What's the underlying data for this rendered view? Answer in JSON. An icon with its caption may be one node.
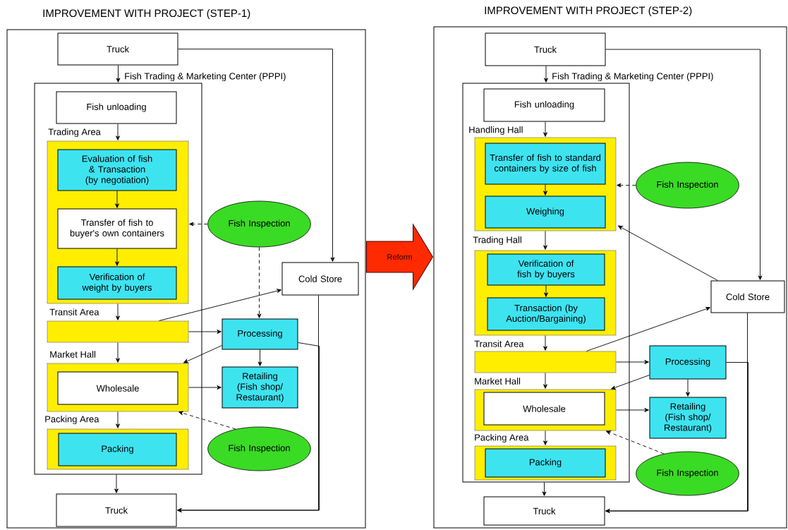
{
  "diagram": {
    "nodes": [
      {
        "text": [
          "IMPROVEMENT WITH PROJECT (STEP-1)"
        ]
      },
      {
        "text": [
          "Truck"
        ],
        "in": 0
      },
      {
        "text": [
          "Fish Trading & Marketing Center (PPPI)"
        ],
        "in": 0
      },
      {
        "text": [
          "Fish unloading"
        ],
        "in": 2
      },
      {
        "text": [
          "Trading Area"
        ],
        "in": 2
      },
      {
        "text": [
          "Evaluation of fish & Transaction (by negotiation)"
        ],
        "in": 4
      },
      {
        "text": [
          "Transfer of fish to buyer's own containers"
        ],
        "in": 4
      },
      {
        "text": [
          "Verification of weight by buyers"
        ],
        "in": 4
      },
      {
        "text": [
          "Transit Area"
        ],
        "in": 2
      },
      {
        "text": [
          "Market Hall"
        ],
        "in": 2
      },
      {
        "text": [
          "Wholesale"
        ],
        "in": 9
      },
      {
        "text": [
          "Packing Area"
        ],
        "in": 2
      },
      {
        "text": [
          "Packing"
        ],
        "in": 11
      },
      {
        "text": [
          "Truck"
        ],
        "in": 0
      },
      {
        "text": [
          "Fish Inspection"
        ],
        "in": 0
      },
      {
        "text": [
          "Cold Store"
        ],
        "in": 0
      },
      {
        "text": [
          "Processing"
        ],
        "in": 0
      },
      {
        "text": [
          "Retailing (Fish shop/ Restaurant)"
        ],
        "in": 0
      },
      {
        "text": [
          "Fish Inspection"
        ],
        "in": 0
      },
      {
        "text": [
          "IMPROVEMENT WITH PROJECT (STEP-2)"
        ]
      },
      {
        "text": [
          "Truck"
        ],
        "in": 19
      },
      {
        "text": [
          "Fish Trading & Marketing Center (PPPI)"
        ],
        "in": 19
      },
      {
        "text": [
          "Fish unloading"
        ],
        "in": 21
      },
      {
        "text": [
          "Handling Hall"
        ],
        "in": 21
      },
      {
        "text": [
          "Transfer of fish to standard containers by size of fish"
        ],
        "in": 23
      },
      {
        "text": [
          "Weighing"
        ],
        "in": 23
      },
      {
        "text": [
          "Trading Hall"
        ],
        "in": 21
      },
      {
        "text": [
          "Verification of fish by buyers"
        ],
        "in": 26
      },
      {
        "text": [
          "Transaction (by Auction/Bargaining)"
        ],
        "in": 26
      },
      {
        "text": [
          "Transit Area"
        ],
        "in": 21
      },
      {
        "text": [
          "Market Hall"
        ],
        "in": 21
      },
      {
        "text": [
          "Wholesale"
        ],
        "in": 30
      },
      {
        "text": [
          "Packing Area"
        ],
        "in": 21
      },
      {
        "text": [
          "Packing"
        ],
        "in": 32
      },
      {
        "text": [
          "Truck"
        ],
        "in": 19
      },
      {
        "text": [
          "Fish Inspection"
        ],
        "in": 19
      },
      {
        "text": [
          "Cold Store"
        ],
        "in": 19
      },
      {
        "text": [
          "Processing"
        ],
        "in": 19
      },
      {
        "text": [
          "Retailing (Fish shop/ Restaurant)"
        ],
        "in": 19
      },
      {
        "text": [
          "Fish Inspection"
        ],
        "in": 19
      }
    ],
    "edges": [
      {
        "from": 1,
        "to": 2,
        "arrow": "to"
      },
      {
        "from": 1,
        "to": 15,
        "arrow": "to"
      },
      {
        "from": 3,
        "to": 4,
        "arrow": "to"
      },
      {
        "from": 5,
        "to": 6,
        "arrow": "to"
      },
      {
        "from": 6,
        "to": 7,
        "arrow": "to"
      },
      {
        "from": 4,
        "to": 8,
        "arrow": "to"
      },
      {
        "from": 8,
        "to": 9,
        "arrow": "to"
      },
      {
        "from": 9,
        "to": 11,
        "arrow": "to"
      },
      {
        "from": 2,
        "to": 13,
        "arrow": "to"
      },
      {
        "from": 14,
        "to": 4,
        "arrow": "to",
        "style": "dashed"
      },
      {
        "from": 14,
        "to": 16,
        "arrow": "to",
        "style": "dashed"
      },
      {
        "from": 8,
        "to": 15,
        "arrow": "to"
      },
      {
        "from": 8,
        "to": 16,
        "arrow": "to"
      },
      {
        "from": 16,
        "to": 9,
        "arrow": "to"
      },
      {
        "from": 16,
        "to": 17,
        "arrow": "to"
      },
      {
        "from": 9,
        "to": 17,
        "arrow": "to"
      },
      {
        "from": 18,
        "to": 9,
        "arrow": "to",
        "style": "dashed"
      },
      {
        "from": 15,
        "to": 13,
        "arrow": "to"
      },
      {
        "from": 16,
        "to": 13,
        "arrow": "to"
      },
      {
        "from": 20,
        "to": 21,
        "arrow": "to"
      },
      {
        "from": 20,
        "to": 36,
        "arrow": "to"
      },
      {
        "from": 22,
        "to": 23,
        "arrow": "to"
      },
      {
        "from": 24,
        "to": 25,
        "arrow": "to"
      },
      {
        "from": 23,
        "to": 26,
        "arrow": "to"
      },
      {
        "from": 27,
        "to": 28,
        "arrow": "to"
      },
      {
        "from": 26,
        "to": 29,
        "arrow": "to"
      },
      {
        "from": 29,
        "to": 30,
        "arrow": "to"
      },
      {
        "from": 30,
        "to": 32,
        "arrow": "to"
      },
      {
        "from": 21,
        "to": 34,
        "arrow": "to"
      },
      {
        "from": 35,
        "to": 23,
        "arrow": "to",
        "style": "dashed"
      },
      {
        "from": 36,
        "to": 23,
        "arrow": "to"
      },
      {
        "from": 29,
        "to": 36,
        "arrow": "to"
      },
      {
        "from": 29,
        "to": 37,
        "arrow": "to"
      },
      {
        "from": 37,
        "to": 30,
        "arrow": "to"
      },
      {
        "from": 37,
        "to": 38,
        "arrow": "to"
      },
      {
        "from": 30,
        "to": 38,
        "arrow": "to"
      },
      {
        "from": 39,
        "to": 30,
        "arrow": "to",
        "style": "dashed"
      },
      {
        "from": 36,
        "to": 34,
        "arrow": "to"
      },
      {
        "from": 37,
        "to": 34,
        "arrow": "to"
      },
      {
        "from": 0,
        "to": 19,
        "arrow": "to",
        "label": "Reform",
        "style": "thick",
        "color": "#ff2a00"
      }
    ]
  }
}
